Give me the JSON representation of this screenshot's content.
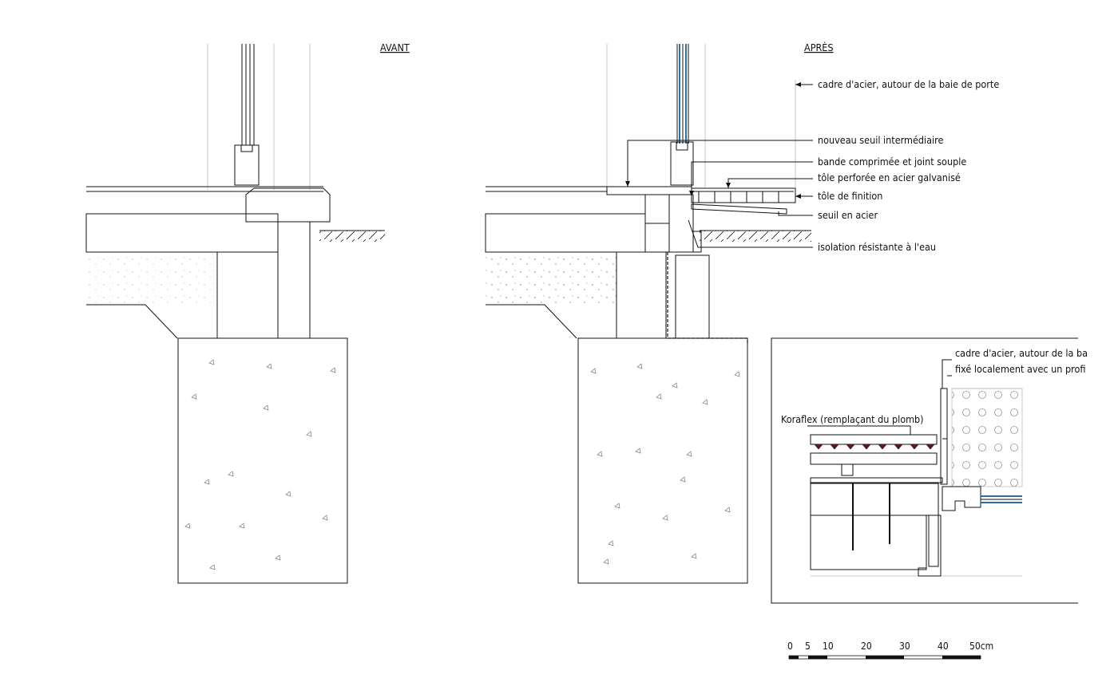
{
  "titles": {
    "before": "AVANT",
    "after": "APRÈS"
  },
  "labels": {
    "steel_frame": "cadre d'acier, autour de la baie de porte",
    "new_threshold": "nouveau seuil intermédiaire",
    "compressed_band": "bande comprimée et joint souple",
    "perforated_sheet": "tôle perforée en acier galvanisé",
    "finish_sheet": "tôle de finition",
    "steel_threshold": "seuil en acier",
    "insulation": "isolation résistante à l'eau"
  },
  "detail": {
    "frame_line1": "cadre d'acier, autour de la ba",
    "frame_line2": "fixé localement avec un profi",
    "koraflex": "Koraflex (remplaçant du plomb)"
  },
  "scale": {
    "ticks": [
      "0",
      "5",
      "10",
      "20",
      "30",
      "40",
      "50cm"
    ]
  },
  "colors": {
    "concrete": "#c8c8c8",
    "insulation": "#f5e600",
    "timber": "#f0b41e",
    "threshold": "#6e1414",
    "glass": "#2f6fa0",
    "hatch": "#333333"
  }
}
